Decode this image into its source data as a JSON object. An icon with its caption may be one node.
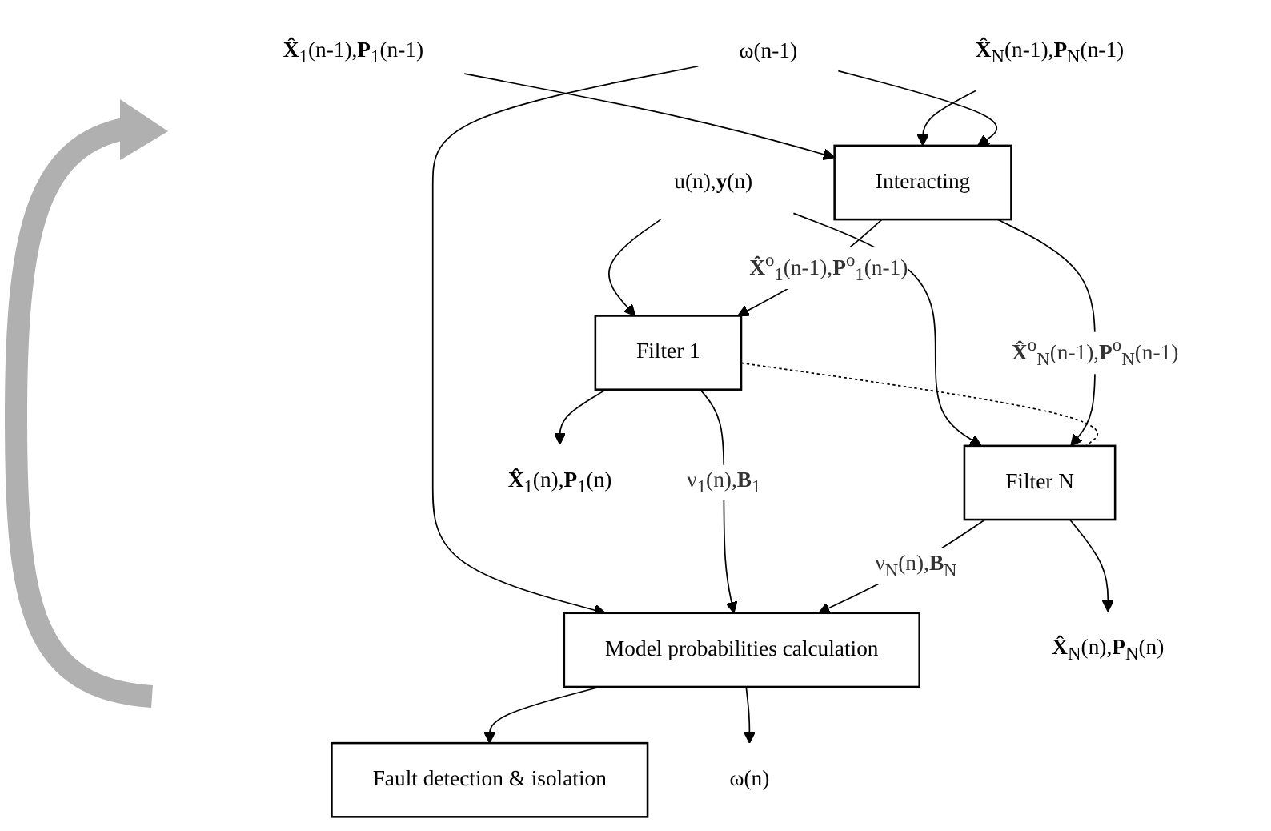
{
  "diagram": {
    "nodes": [
      {
        "text": [
          "Interacting"
        ]
      },
      {
        "text": [
          "Filter 1"
        ]
      },
      {
        "text": [
          "Filter N"
        ]
      },
      {
        "text": [
          "Model probabilities calculation"
        ]
      },
      {
        "text": [
          "Fault detection & isolation"
        ]
      },
      {
        "text": [
          "**X̂**$_{1}$(n-1),**P**$_{1}$(n-1)"
        ]
      },
      {
        "text": [
          "**X̂**$_{N}$(n-1),**P**$_{N}$(n-1)"
        ]
      },
      {
        "text": [
          "ω(n-1)"
        ]
      },
      {
        "text": [
          "u(n),**y**(n)"
        ]
      },
      {
        "text": [
          "**X̂**$_{1}$(n),**P**$_{1}$(n)"
        ]
      },
      {
        "text": [
          "**X̂**$_{N}$(n),**P**$_{N}$(n)"
        ]
      },
      {
        "text": [
          "ω(n)"
        ]
      }
    ],
    "edges": [
      {
        "from": 5,
        "to": 0,
        "arrow": "to"
      },
      {
        "from": 6,
        "to": 0,
        "arrow": "to"
      },
      {
        "from": 7,
        "to": 0,
        "arrow": "to"
      },
      {
        "from": 7,
        "to": 3,
        "arrow": "to"
      },
      {
        "from": 8,
        "to": 1,
        "arrow": "to"
      },
      {
        "from": 8,
        "to": 2,
        "arrow": "to"
      },
      {
        "from": 0,
        "to": 1,
        "arrow": "to",
        "label": "**X̂**$^{o}$$_{1}$(n-1),**P**$^{o}$$_{1}$(n-1)"
      },
      {
        "from": 0,
        "to": 2,
        "arrow": "to",
        "label": "**X̂**$^{o}$$_{N}$(n-1),**P**$^{o}$$_{N}$(n-1)"
      },
      {
        "from": 1,
        "to": 2,
        "arrow": "none",
        "style": "dashed"
      },
      {
        "from": 1,
        "to": 3,
        "arrow": "to",
        "label": "ν$_{1}$(n),**B**$_{1}$"
      },
      {
        "from": 2,
        "to": 3,
        "arrow": "to",
        "label": "ν$_{N}$(n),**B**$_{N}$"
      },
      {
        "from": 1,
        "to": 9,
        "arrow": "to"
      },
      {
        "from": 2,
        "to": 10,
        "arrow": "to"
      },
      {
        "from": 3,
        "to": 4,
        "arrow": "to"
      },
      {
        "from": 3,
        "to": 11,
        "arrow": "to"
      }
    ]
  }
}
